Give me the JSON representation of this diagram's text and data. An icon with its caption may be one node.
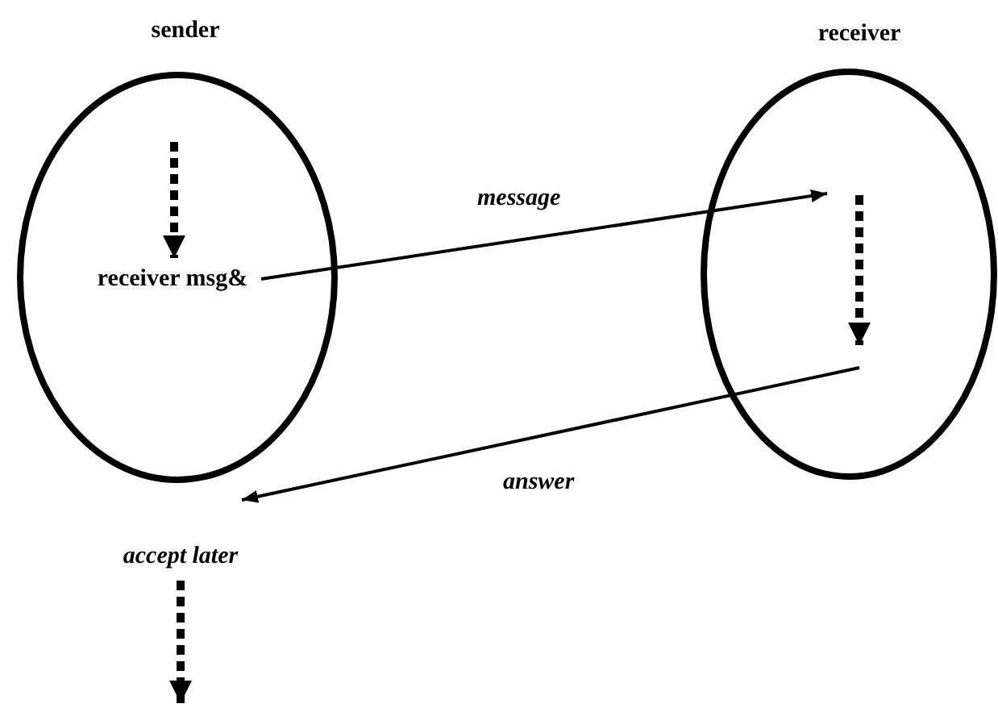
{
  "diagram": {
    "nodes": [
      {
        "text": [
          "sender"
        ]
      },
      {
        "text": [
          "receiver msg&"
        ],
        "in": 0
      },
      {
        "text": [
          "receiver"
        ]
      },
      {
        "text": [
          "accept later"
        ]
      }
    ],
    "edges": [
      {
        "from": null,
        "to": 1,
        "arrow": "to",
        "style": "dashed"
      },
      {
        "from": 1,
        "to": 2,
        "arrow": "to",
        "label": "message"
      },
      {
        "from": 2,
        "to": 3,
        "arrow": "to",
        "label": "answer"
      },
      {
        "from": 3,
        "to": null,
        "arrow": "to",
        "style": "dashed"
      }
    ]
  }
}
